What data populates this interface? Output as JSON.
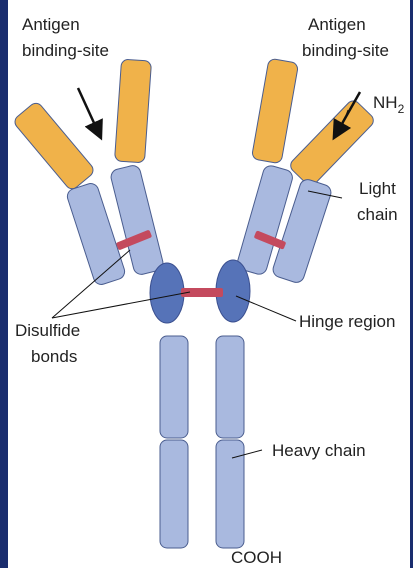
{
  "labels": {
    "antigen_left_1": "Antigen",
    "antigen_left_2": "binding-site",
    "antigen_right_1": "Antigen",
    "antigen_right_2": "binding-site",
    "nh2": "NH",
    "nh2_sub": "2",
    "light_chain_1": "Light",
    "light_chain_2": "chain",
    "disulfide_1": "Disulfide",
    "disulfide_2": "bonds",
    "hinge": "Hinge region",
    "heavy": "Heavy chain",
    "cooh": "COOH"
  },
  "colors": {
    "variable_light": "#f0b24a",
    "constant": "#a9b9df",
    "hinge": "#5673b8",
    "bond": "#c44a5e",
    "outline": "#4a5d8f",
    "frame": "#1a2d6e"
  }
}
